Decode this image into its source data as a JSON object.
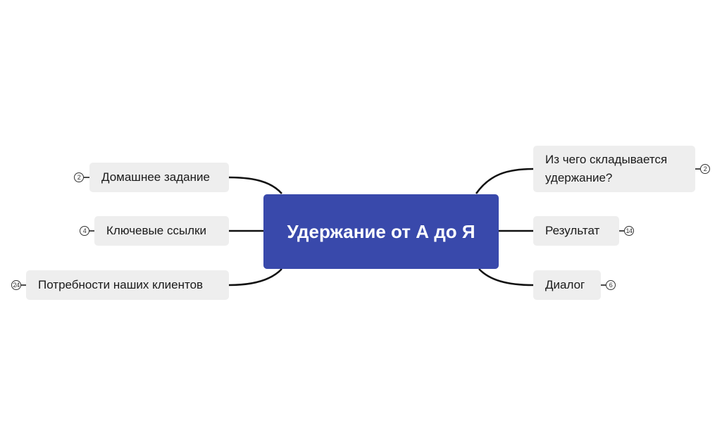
{
  "mindmap": {
    "central": {
      "label": "Удержание от А до Я",
      "color": "#3949ab"
    },
    "line_color": "#111111",
    "topic_background": "#eeeeee",
    "left_topics": [
      {
        "label": "Домашнее задание",
        "count": "2"
      },
      {
        "label": "Ключевые ссылки",
        "count": "4"
      },
      {
        "label": "Потребности наших клиентов",
        "count": "24"
      }
    ],
    "right_topics": [
      {
        "label": "Из чего складывается удержание?",
        "count": "2"
      },
      {
        "label": "Результат",
        "count": "14"
      },
      {
        "label": "Диалог",
        "count": "6"
      }
    ]
  }
}
